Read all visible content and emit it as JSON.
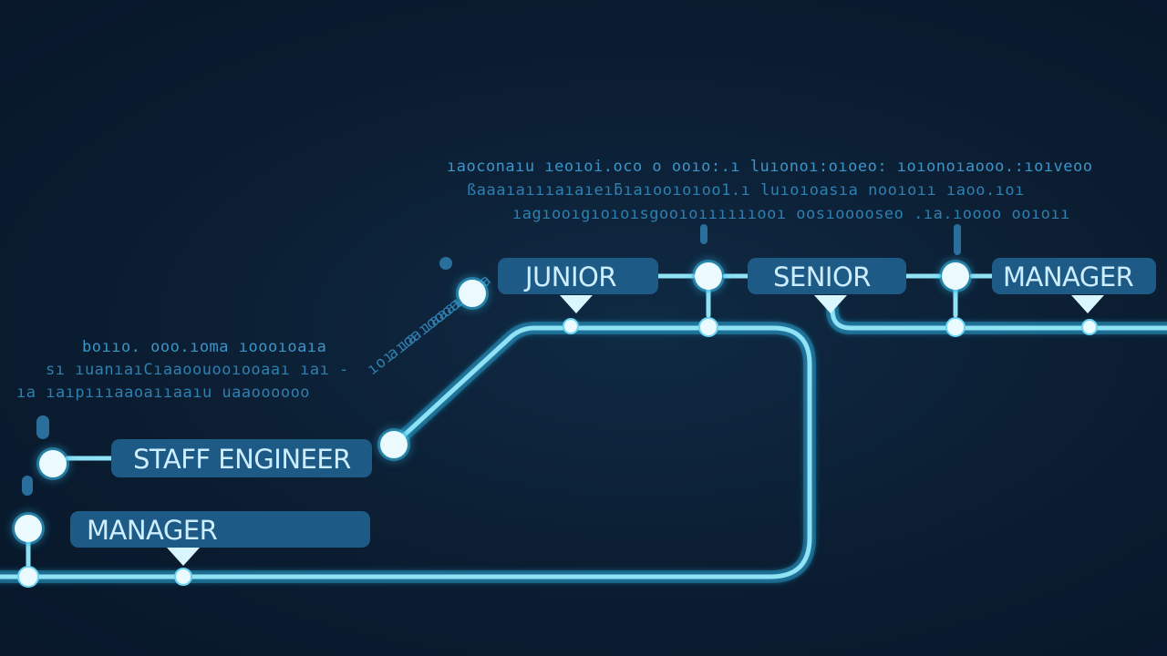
{
  "labels": {
    "junior": "JUNIOR",
    "senior": "SENIOR",
    "manager_top": "MANAGER",
    "staff_engineer": "STAFF ENGINEER",
    "manager_bottom": "MANAGER"
  },
  "colors": {
    "background": "#0b1d31",
    "track": "#8fe3f5",
    "glow": "#2fb5e8",
    "label_box": "#1d5a86",
    "label_text": "#cdeeff",
    "node": "#eafaff"
  }
}
